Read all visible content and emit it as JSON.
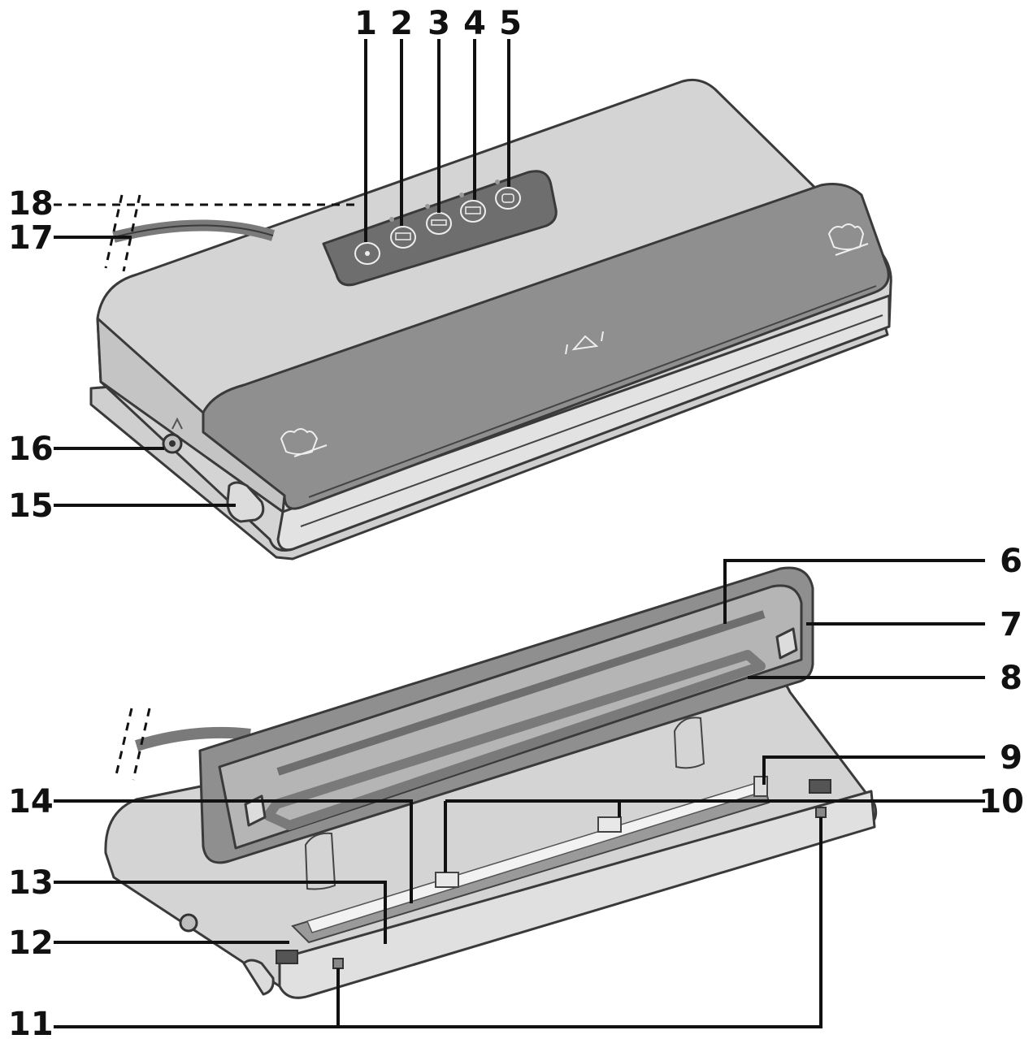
{
  "callouts": {
    "c1": "1",
    "c2": "2",
    "c3": "3",
    "c4": "4",
    "c5": "5",
    "c6": "6",
    "c7": "7",
    "c8": "8",
    "c9": "9",
    "c10": "10",
    "c11": "11",
    "c12": "12",
    "c13": "13",
    "c14": "14",
    "c15": "15",
    "c16": "16",
    "c17": "17",
    "c18": "18"
  },
  "colors": {
    "body_light": "#d4d4d4",
    "body_mid": "#bdbdbd",
    "lid_dark": "#8f8f8f",
    "panel_dark": "#6e6e6e",
    "outline": "#3a3a3a",
    "cable": "#7a7a7a",
    "gasket": "#9a9a9a",
    "seal_strip": "#f2f2f2"
  },
  "icons": {
    "button1": "plug-icon",
    "button2": "vacuum-seal-icon",
    "button3": "seal-icon",
    "button4": "pulse-icon",
    "button5": "stop-icon",
    "grip_left": "hand-grip-icon",
    "grip_right": "hand-grip-icon",
    "lid_center": "open-arrows-icon",
    "socket": "hose-connection-icon"
  }
}
